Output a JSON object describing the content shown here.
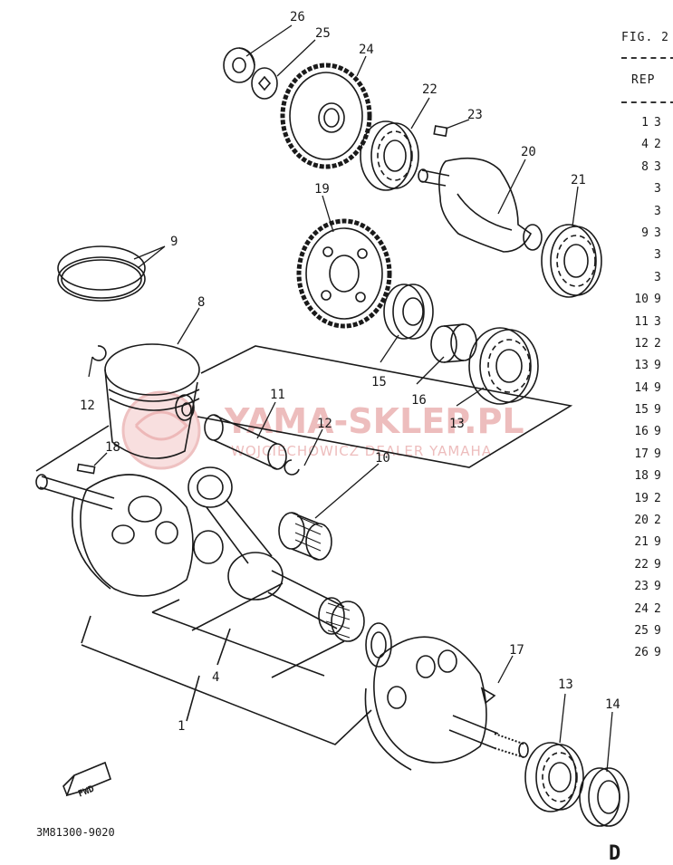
{
  "figure": {
    "title": "FIG. 2",
    "header_ref": "REP",
    "bottom_code": "3M81300-9020",
    "bottom_partial": "D"
  },
  "watermark": {
    "brand": "YAMA-SKLEP.PL",
    "subtitle": "WOJCIECHOWICZ DEALER YAMAHA",
    "color": "#e8a7a7"
  },
  "callouts": [
    "26",
    "25",
    "24",
    "22",
    "23",
    "20",
    "21",
    "19",
    "9",
    "8",
    "12",
    "15",
    "16",
    "13",
    "11",
    "12",
    "18",
    "10",
    "4",
    "1",
    "17",
    "13",
    "14"
  ],
  "fwd_label": "FWD",
  "parts_table": [
    {
      "ref": "1",
      "pn": "3"
    },
    {
      "ref": "4",
      "pn": "2"
    },
    {
      "ref": "8",
      "pn": "3"
    },
    {
      "ref": "",
      "pn": "3"
    },
    {
      "ref": "",
      "pn": "3"
    },
    {
      "ref": "9",
      "pn": "3"
    },
    {
      "ref": "",
      "pn": "3"
    },
    {
      "ref": "",
      "pn": "3"
    },
    {
      "ref": "10",
      "pn": "9"
    },
    {
      "ref": "11",
      "pn": "3"
    },
    {
      "ref": "12",
      "pn": "2"
    },
    {
      "ref": "13",
      "pn": "9"
    },
    {
      "ref": "14",
      "pn": "9"
    },
    {
      "ref": "15",
      "pn": "9"
    },
    {
      "ref": "16",
      "pn": "9"
    },
    {
      "ref": "17",
      "pn": "9"
    },
    {
      "ref": "18",
      "pn": "9"
    },
    {
      "ref": "19",
      "pn": "2"
    },
    {
      "ref": "20",
      "pn": "2"
    },
    {
      "ref": "21",
      "pn": "9"
    },
    {
      "ref": "22",
      "pn": "9"
    },
    {
      "ref": "23",
      "pn": "9"
    },
    {
      "ref": "24",
      "pn": "2"
    },
    {
      "ref": "25",
      "pn": "9"
    },
    {
      "ref": "26",
      "pn": "9"
    }
  ]
}
